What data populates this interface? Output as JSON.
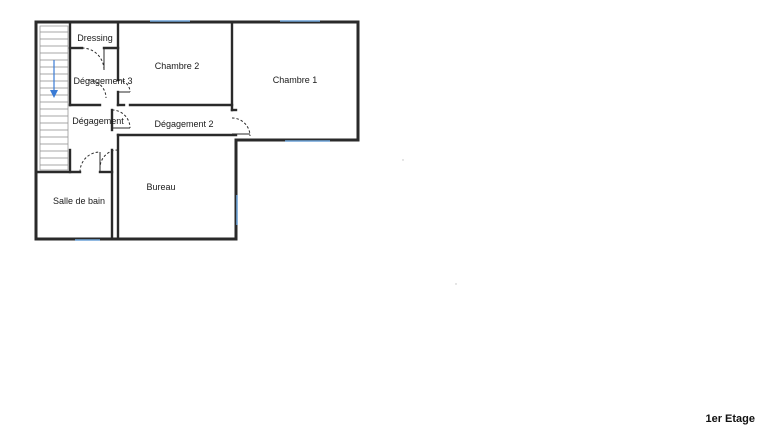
{
  "floor_plan": {
    "floor_label": "1er Etage",
    "rooms": {
      "dressing": "Dressing",
      "chambre2": "Chambre 2",
      "chambre1": "Chambre 1",
      "degagement3": "Dégagement 3",
      "degagement": "Dégagement",
      "degagement2": "Dégagement 2",
      "bureau": "Bureau",
      "salle_de_bain": "Salle de bain"
    },
    "colors": {
      "walls": "#2a2a2a",
      "windows": "#6fa4d8",
      "stair_arrow": "#3a7bd5"
    }
  }
}
